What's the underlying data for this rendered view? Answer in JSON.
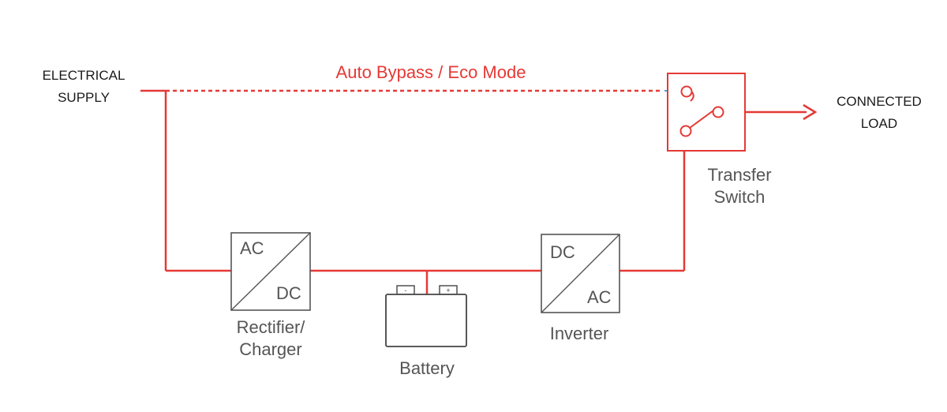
{
  "labels": {
    "supply_line1": "ELECTRICAL",
    "supply_line2": "SUPPLY",
    "bypass": "Auto Bypass / Eco Mode",
    "load_line1": "CONNECTED",
    "load_line2": "LOAD",
    "switch_line1": "Transfer",
    "switch_line2": "Switch",
    "rectifier_line1": "Rectifier/",
    "rectifier_line2": "Charger",
    "rectifier_in": "AC",
    "rectifier_out": "DC",
    "battery": "Battery",
    "inverter": "Inverter",
    "inverter_in": "DC",
    "inverter_out": "AC",
    "battery_minus": "-",
    "battery_plus": "+"
  },
  "colors": {
    "accent": "#e53935",
    "outline": "#555555",
    "battery_outline": "#444444",
    "text": "#1a1a1a",
    "connector_blue": "#5b9bd5"
  }
}
